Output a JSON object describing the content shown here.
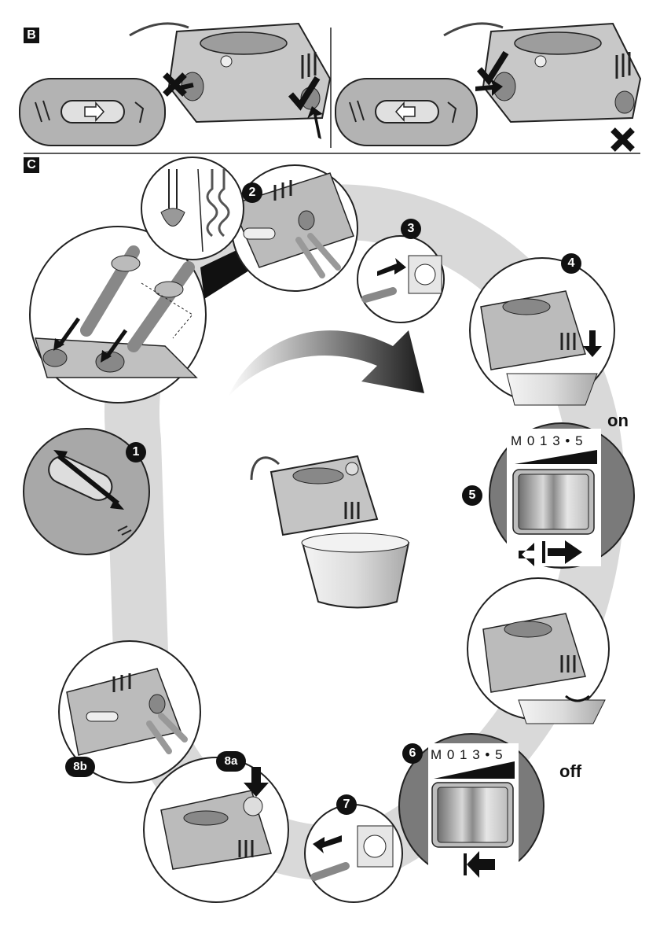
{
  "sections": {
    "b_label": "B",
    "c_label": "C"
  },
  "steps": {
    "s1": "1",
    "s2": "2",
    "s3": "3",
    "s4": "4",
    "s5": "5",
    "s6": "6",
    "s7": "7",
    "s8a": "8a",
    "s8b": "8b"
  },
  "states": {
    "on": "on",
    "off": "off"
  },
  "speed_scale": {
    "on_panel": "M 0 1  3 • 5",
    "off_panel": "M 0 1  3 • 5"
  },
  "colors": {
    "ink": "#111111",
    "body_gray": "#b9b9b9",
    "shadow_gray": "#d6d6d6",
    "dark_gray": "#7a7a7a"
  }
}
